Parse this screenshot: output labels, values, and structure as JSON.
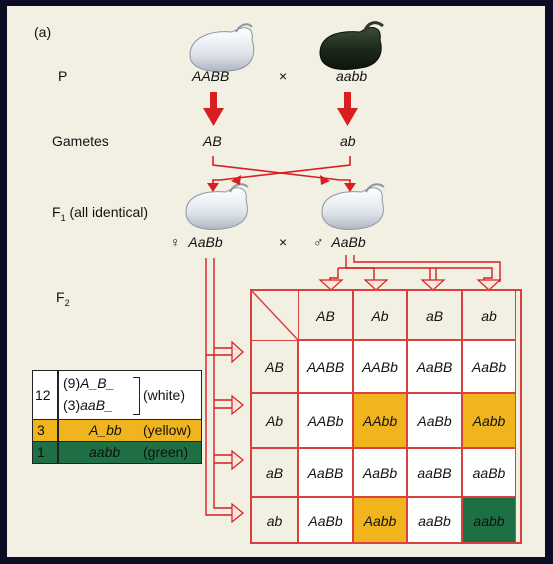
{
  "panel_label": "(a)",
  "rows": {
    "p": "P",
    "gametes": "Gametes",
    "f1": "F",
    "f1_sub": "1",
    "f1_tail": " (all identical)",
    "f2": "F",
    "f2_sub": "2"
  },
  "parents": {
    "left_genotype": "AABB",
    "cross": "×",
    "right_genotype": "aabb"
  },
  "gametes": {
    "left": "AB",
    "right": "ab"
  },
  "f1": {
    "female_symbol": "♀",
    "female_genotype": "AaBb",
    "cross": "×",
    "male_symbol": "♂",
    "male_genotype": "AaBb"
  },
  "punnett": {
    "col_headers": [
      "AB",
      "Ab",
      "aB",
      "ab"
    ],
    "row_headers": [
      "AB",
      "Ab",
      "aB",
      "ab"
    ],
    "cells": [
      [
        "AABB",
        "AABb",
        "AaBB",
        "AaBb"
      ],
      [
        "AABb",
        "AAbb",
        "AaBb",
        "Aabb"
      ],
      [
        "AaBB",
        "AaBb",
        "aaBB",
        "aaBb"
      ],
      [
        "AaBb",
        "Aabb",
        "aaBb",
        "aabb"
      ]
    ],
    "shading": [
      [
        "white",
        "white",
        "white",
        "white"
      ],
      [
        "white",
        "yellow",
        "white",
        "yellow"
      ],
      [
        "white",
        "white",
        "white",
        "white"
      ],
      [
        "white",
        "yellow",
        "white",
        "green"
      ]
    ]
  },
  "legend": {
    "white_count": "12",
    "white_line1_num": "(9)",
    "white_line1_geno": "A_B_",
    "white_line2_num": "(3)",
    "white_line2_geno": "aaB_",
    "white_label": "(white)",
    "yellow_count": "3",
    "yellow_geno": "A_bb",
    "yellow_label": "(yellow)",
    "green_count": "1",
    "green_geno": "aabb",
    "green_label": "(green)"
  },
  "colors": {
    "arrow_red": "#d81e20",
    "yellow": "#f0b41e",
    "green": "#1f6f45",
    "paper": "#f2f0e3",
    "grid_line": "#d94040",
    "fruit_white": "#e6e9ee",
    "fruit_dark": "#1c2a1a"
  },
  "icons": {
    "fruit_left": "white-fruit-icon",
    "fruit_right": "dark-green-fruit-icon"
  }
}
